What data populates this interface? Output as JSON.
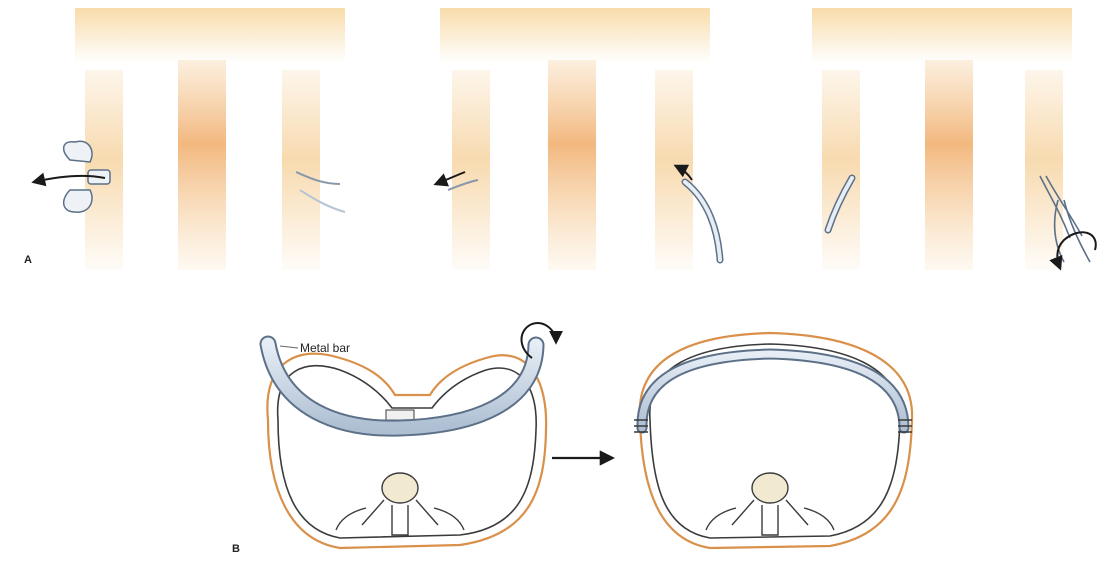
{
  "panel_a": {
    "label": "A"
  },
  "panel_b": {
    "label": "B",
    "callout": "Metal bar"
  },
  "colors": {
    "skin_glow": "#f3c27a",
    "rib_outline": "#d9904a",
    "bar_fill": "#c9d6e6",
    "bar_stroke": "#5c7088",
    "arrow": "#1a1a1a",
    "spine": "#e8d89a"
  },
  "icons": [
    "arrow-left-icon",
    "arrow-curved-icon",
    "rotate-arrow-icon",
    "arrow-right-icon"
  ]
}
